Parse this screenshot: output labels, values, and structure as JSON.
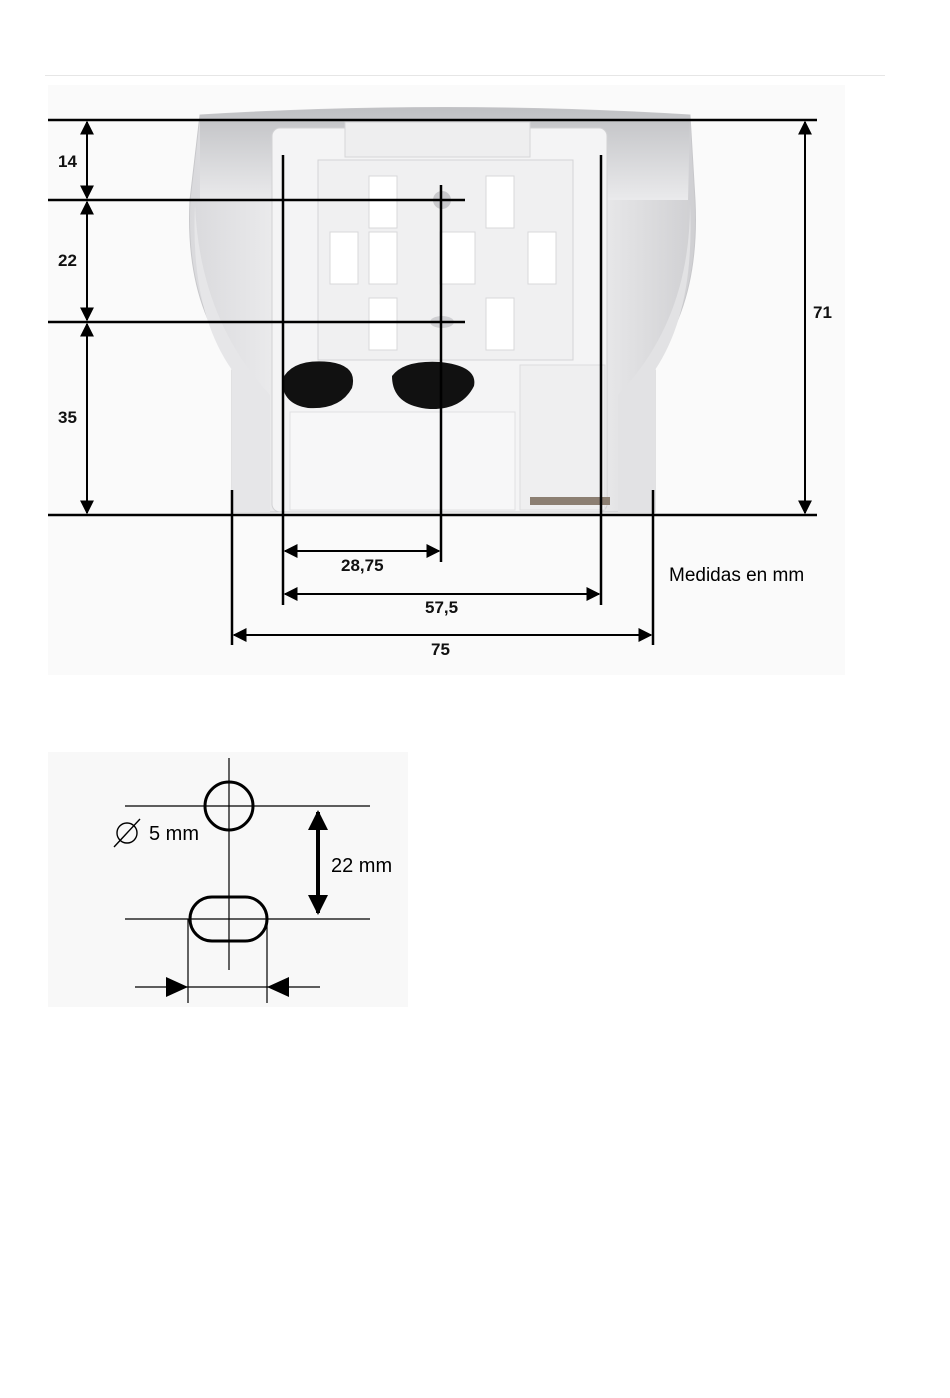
{
  "figure1": {
    "dimensions": {
      "h14": "14",
      "h22": "22",
      "h35": "35",
      "h71": "71",
      "w28_75": "28,75",
      "w57_5": "57,5",
      "w75": "75"
    },
    "units_note": "Medidas en mm"
  },
  "figure2": {
    "diameter_label": "5 mm",
    "spacing_label": "22 mm"
  }
}
